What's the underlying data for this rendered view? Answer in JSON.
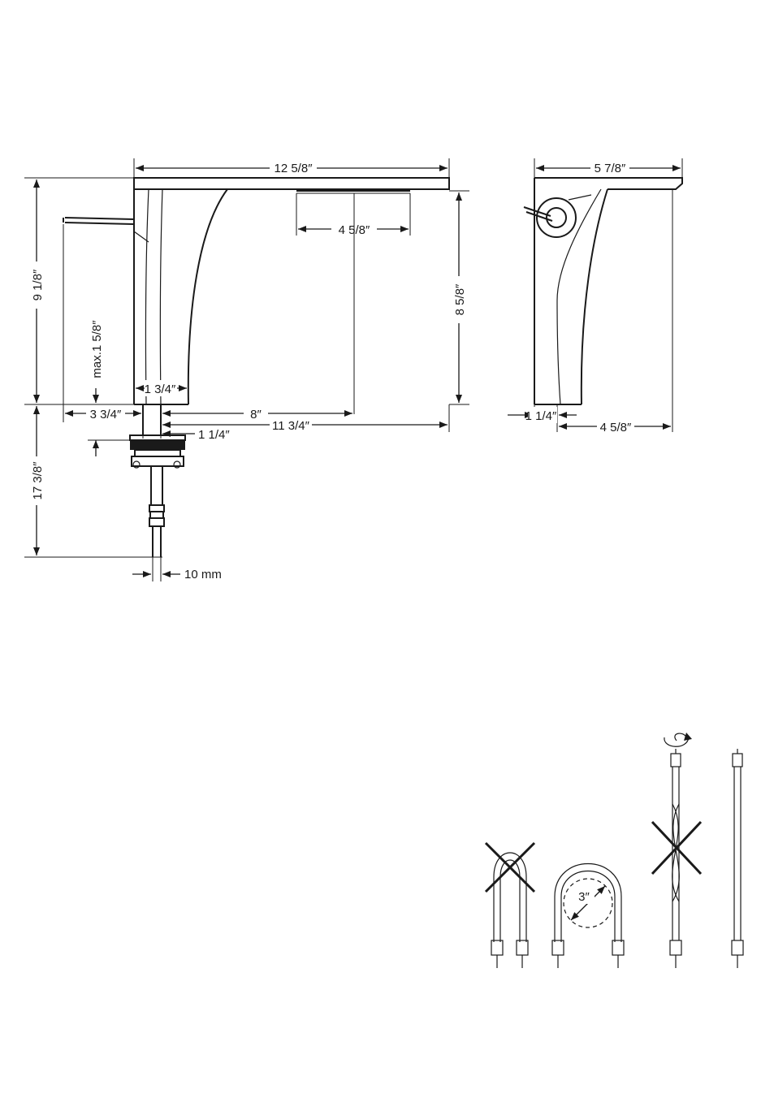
{
  "front_view": {
    "overall_width": "12 5/8″",
    "outlet_width": "4 5/8″",
    "overall_height": "9 1/8″",
    "spout_height": "8 5/8″",
    "max_deck": "max.1 5/8″",
    "base_width": "1 3/4″",
    "handle_reach": "3 3/4″",
    "spout_reach": "8″",
    "total_depth": "11 3/4″",
    "shank_width": "1 1/4″",
    "hose_length": "17 3/8″",
    "hose_diameter": "10 mm"
  },
  "side_view": {
    "overall_width": "5 7/8″",
    "base_width": "1 1/4″",
    "reach": "4 5/8″"
  },
  "hose_guide": {
    "min_bend_radius": "3″"
  }
}
